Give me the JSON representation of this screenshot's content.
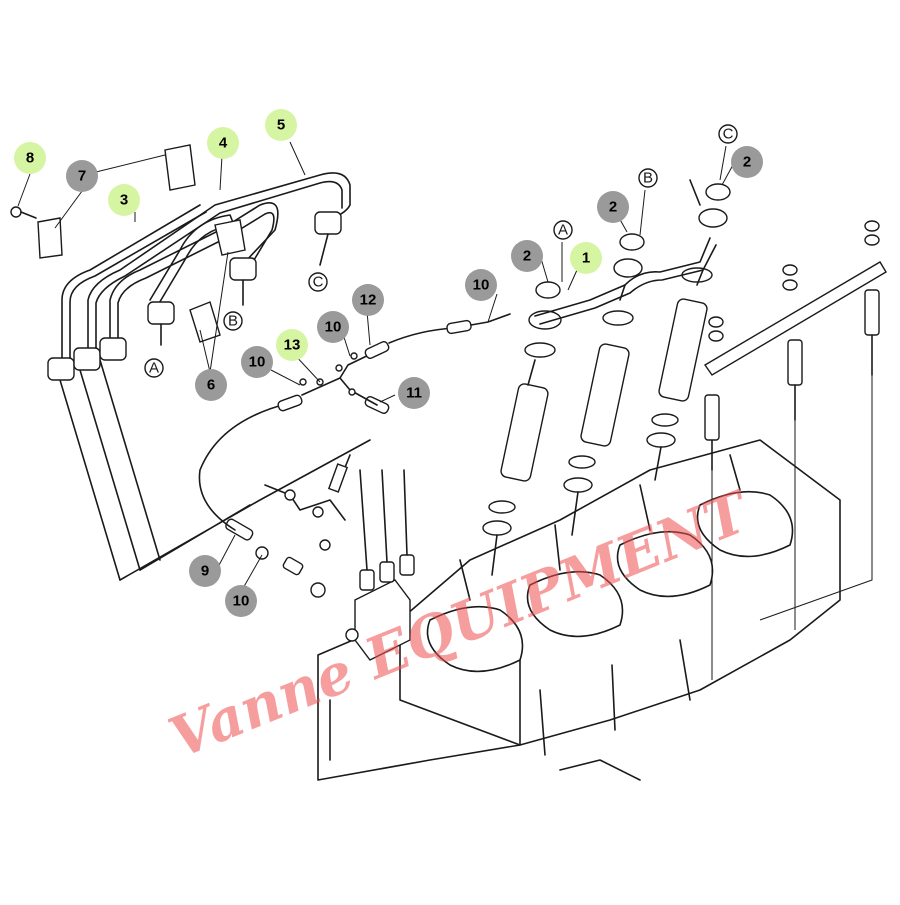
{
  "diagram": {
    "callouts": [
      {
        "id": "c8",
        "label": "8",
        "kind": "new"
      },
      {
        "id": "c7",
        "label": "7",
        "kind": "existing"
      },
      {
        "id": "c3",
        "label": "3",
        "kind": "new"
      },
      {
        "id": "c4",
        "label": "4",
        "kind": "new"
      },
      {
        "id": "c5",
        "label": "5",
        "kind": "new"
      },
      {
        "id": "c6",
        "label": "6",
        "kind": "existing"
      },
      {
        "id": "c13",
        "label": "13",
        "kind": "new"
      },
      {
        "id": "c10a",
        "label": "10",
        "kind": "existing"
      },
      {
        "id": "c10b",
        "label": "10",
        "kind": "existing"
      },
      {
        "id": "c10c",
        "label": "10",
        "kind": "existing"
      },
      {
        "id": "c10d",
        "label": "10",
        "kind": "existing"
      },
      {
        "id": "c12",
        "label": "12",
        "kind": "existing"
      },
      {
        "id": "c11",
        "label": "11",
        "kind": "existing"
      },
      {
        "id": "c9",
        "label": "9",
        "kind": "existing"
      },
      {
        "id": "c1",
        "label": "1",
        "kind": "new"
      },
      {
        "id": "c2a",
        "label": "2",
        "kind": "existing"
      },
      {
        "id": "c2b",
        "label": "2",
        "kind": "existing"
      },
      {
        "id": "c2c",
        "label": "2",
        "kind": "existing"
      }
    ],
    "connector_letters": [
      "A",
      "B",
      "C",
      "A",
      "B",
      "C"
    ],
    "watermark": "Vanne EQUIPMENT",
    "colors": {
      "new_part": "#d6f5a3",
      "existing_part": "#9a9a9a",
      "line": "#1a1a1a",
      "watermark": "#ef4f4f"
    }
  }
}
